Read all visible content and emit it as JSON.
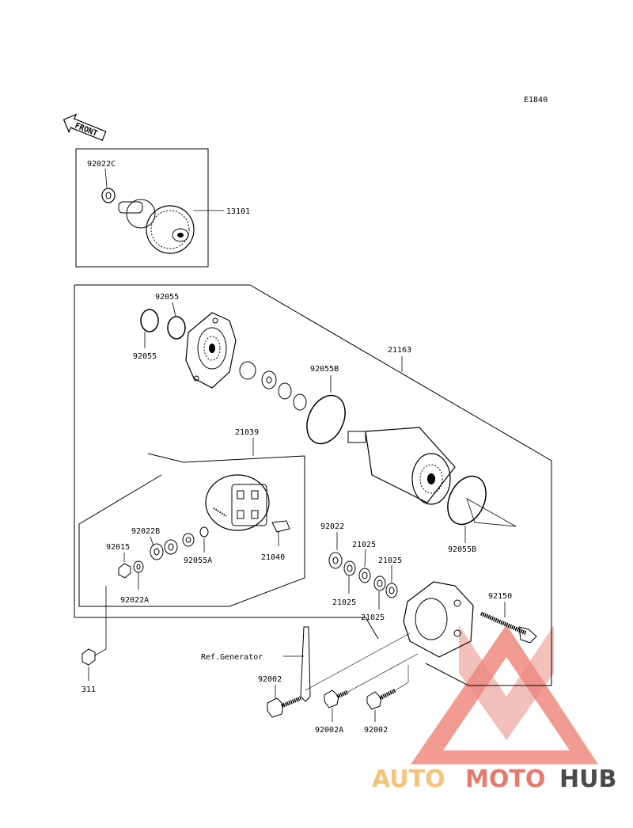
{
  "diagram_code": "E1840",
  "front_label": "FRONT",
  "labels": {
    "p92022C": "92022C",
    "p13101": "13101",
    "p92055_top": "92055",
    "p92055_left": "92055",
    "p21163": "21163",
    "p92055B_top": "92055B",
    "p21039": "21039",
    "p92022B": "92022B",
    "p92015": "92015",
    "p92022A": "92022A",
    "p92055A": "92055A",
    "p21040": "21040",
    "p92022": "92022",
    "p21025_a": "21025",
    "p21025_b": "21025",
    "p21025_c": "21025",
    "p21025_d": "21025",
    "p92055B_bottom": "92055B",
    "p92150": "92150",
    "ref_generator": "Ref.Generator",
    "p92002_left": "92002",
    "p92002A": "92002A",
    "p92002_right": "92002",
    "p311": "311"
  },
  "watermark": {
    "part1": "AUTO",
    "part2": "MOTO",
    "part3": "HUB",
    "colors": {
      "part1": "#f7c27a",
      "part2": "#e8796e",
      "part3": "#4a4a4a",
      "logo": "#e8796e"
    }
  }
}
